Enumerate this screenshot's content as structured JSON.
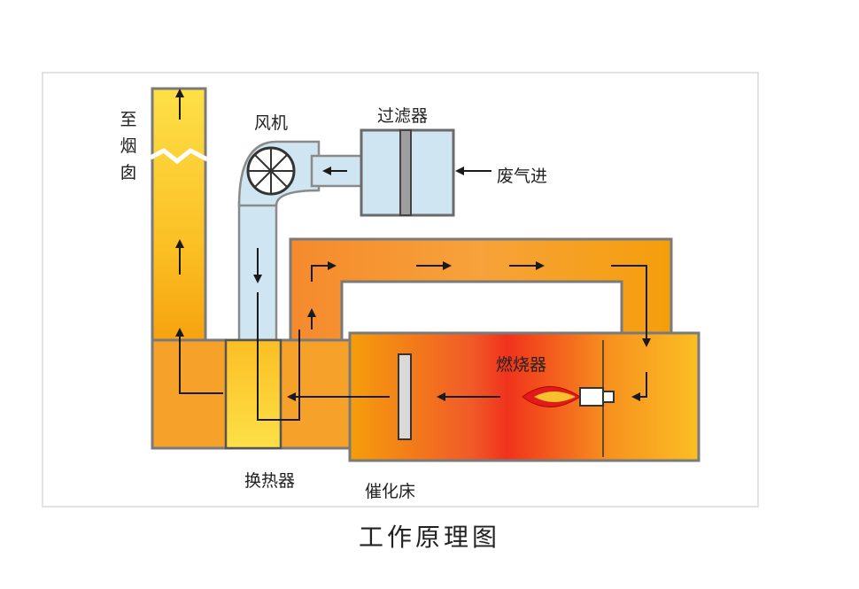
{
  "labels": {
    "chimney": "至烟囱",
    "fan": "风机",
    "filter": "过滤器",
    "exhaust_in": "废气进",
    "burner": "燃烧器",
    "heat_exchanger": "换热器",
    "catalyst_bed": "催化床"
  },
  "caption": "工作原理图",
  "colors": {
    "hot_red": "#f0331c",
    "orange": "#f7931e",
    "yellow": "#fdd835",
    "pale_blue": "#cfe6f2",
    "wall_gray": "#7a7a7a"
  }
}
